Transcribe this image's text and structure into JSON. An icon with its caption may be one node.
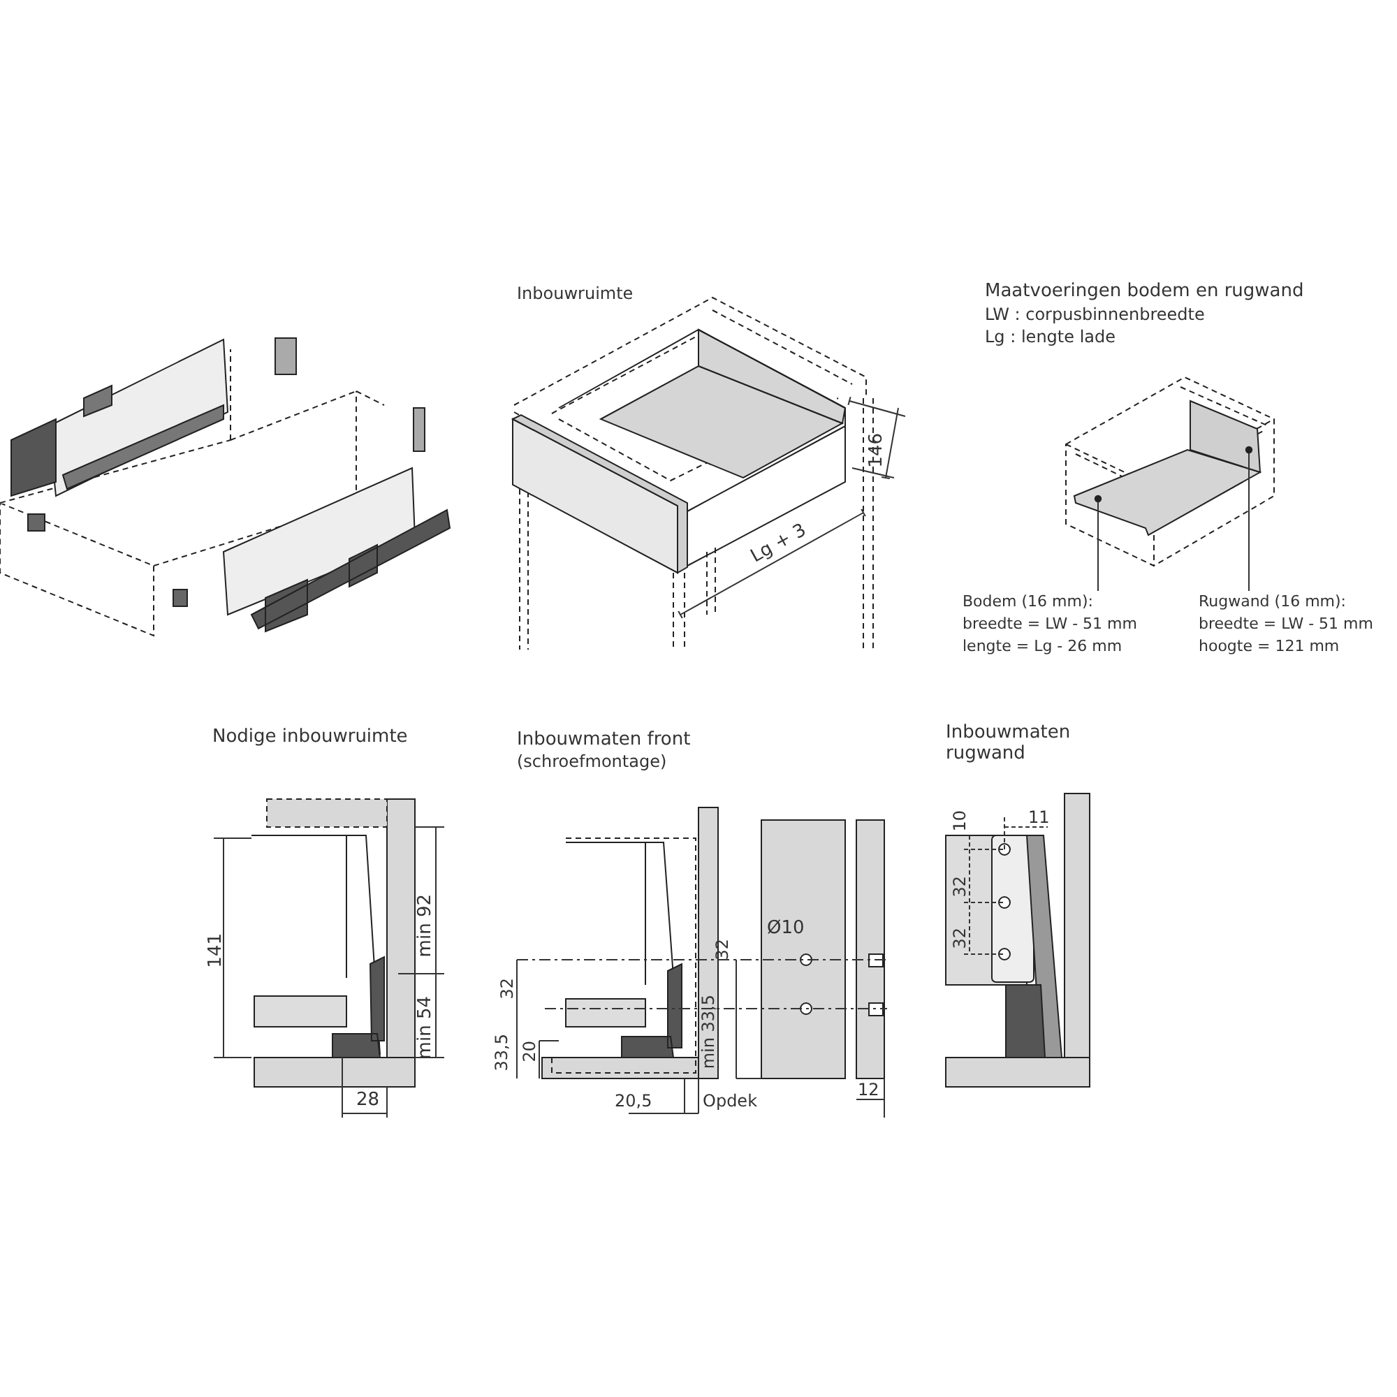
{
  "diagram": {
    "nodes": [
      {
        "text": [
          "Bodem (16 mm):",
          "breedte = LW - 51 mm",
          "lengte = Lg - 26 mm"
        ]
      },
      {
        "text": [],
        "shape": "box"
      },
      {
        "text": [
          "Rugwand (16 mm):",
          "breedte = LW - 51 mm",
          "hoogte = 121 mm"
        ]
      },
      {
        "text": [],
        "shape": "box"
      }
    ],
    "edges": [
      {
        "from": 0,
        "to": 1,
        "arrow": "other"
      },
      {
        "from": 2,
        "to": 3,
        "arrow": "other"
      }
    ],
    "labels": [
      "Inbouwruimte",
      "Maatvoeringen bodem en rugwand",
      "LW : corpusbinnenbreedte",
      "Lg : lengte lade",
      "146",
      "Lg + 3",
      "Nodige inbouwruimte",
      "Inbouwmaten front",
      "(schroefmontage)",
      "Inbouwmaten rugwand",
      "10",
      "11",
      "min 92",
      "32",
      "32",
      "141",
      "Ø10",
      "32",
      "32",
      "min 54",
      "min 33,5",
      "33,5",
      "20",
      "28",
      "12",
      "20,5",
      "Opdek"
    ]
  }
}
